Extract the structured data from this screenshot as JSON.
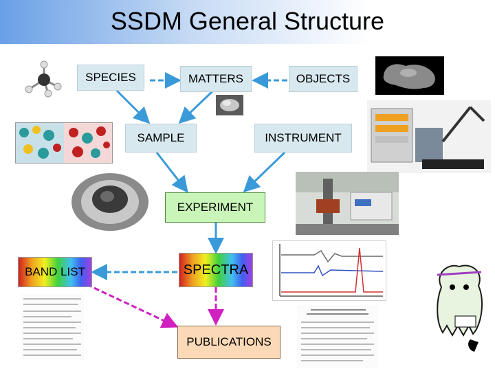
{
  "slide": {
    "title": "SSDM General Structure"
  },
  "nodes": {
    "species": "SPECIES",
    "matters": "MATTERS",
    "objects": "OBJECTS",
    "sample": "SAMPLE",
    "instrument": "INSTRUMENT",
    "experiment": "EXPERIMENT",
    "band_list": "BAND LIST",
    "spectra": "SPECTRA",
    "publications": "PUBLICATIONS"
  },
  "colors": {
    "arrow_blue": "#3a9ad9",
    "arrow_magenta": "#d020c0",
    "box_blue": "#d8e8ef",
    "box_green": "#c9f5b8",
    "box_peach": "#fbd9b6"
  },
  "pictures": {
    "molecule": "molecule-ball-and-stick-image",
    "ice_mixture": "ice-mixture-illustration",
    "sample_grain": "sample-grain-image",
    "asteroid": "asteroid-image",
    "instrument_setup": "instrument-setup-photo",
    "sample_holder": "sample-holder-photo",
    "lab_equipment": "laboratory-equipment-photo",
    "spectra_plot": "spectra-plot-image",
    "band_table": "band-list-table-image",
    "publication_page": "publication-page-image",
    "logo": "ghost-logo-image"
  }
}
